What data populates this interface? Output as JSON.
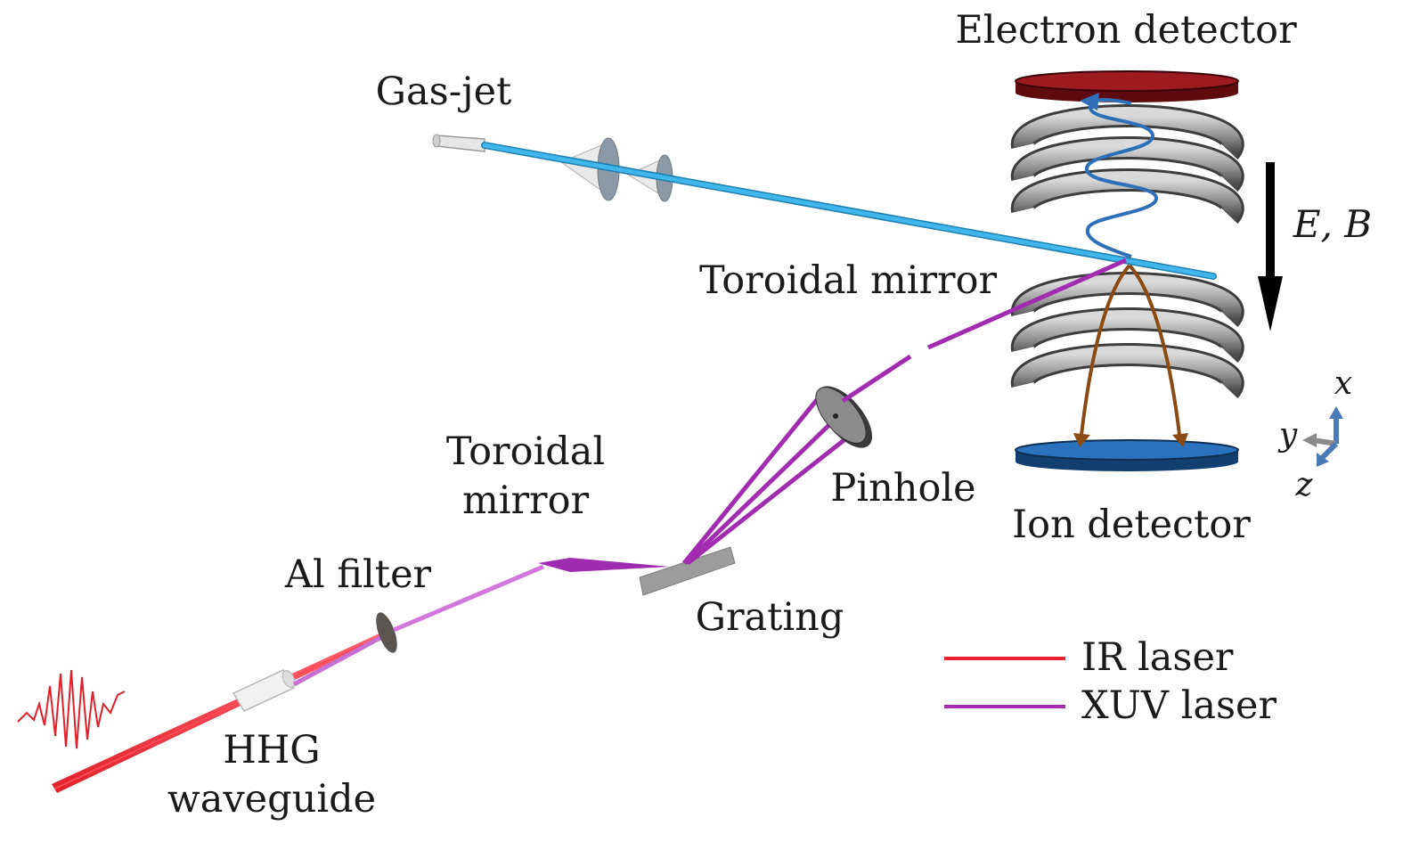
{
  "labels": {
    "electron_detector": "Electron detector",
    "gas_jet": "Gas-jet",
    "field": "E, B",
    "toroidal_mirror_top": "Toroidal mirror",
    "toroidal_mirror_left_1": "Toroidal",
    "toroidal_mirror_left_2": "mirror",
    "pinhole": "Pinhole",
    "ion_detector": "Ion detector",
    "al_filter": "Al filter",
    "grating": "Grating",
    "hhg_1": "HHG",
    "hhg_2": "waveguide"
  },
  "axes": {
    "x": "x",
    "y": "y",
    "z": "z"
  },
  "legend": [
    {
      "label": "IR laser",
      "color": "#e8212b"
    },
    {
      "label": "XUV laser",
      "color": "#a22cb0"
    }
  ],
  "colors": {
    "gas_beam": "#2fa8e0",
    "electron_detector": "#8e1116",
    "ion_detector": "#1f62a7",
    "electron_path": "#2e6fb8",
    "ion_path": "#8a4a14",
    "rings": "#8f8f8f",
    "field_arrow": "#000000"
  }
}
